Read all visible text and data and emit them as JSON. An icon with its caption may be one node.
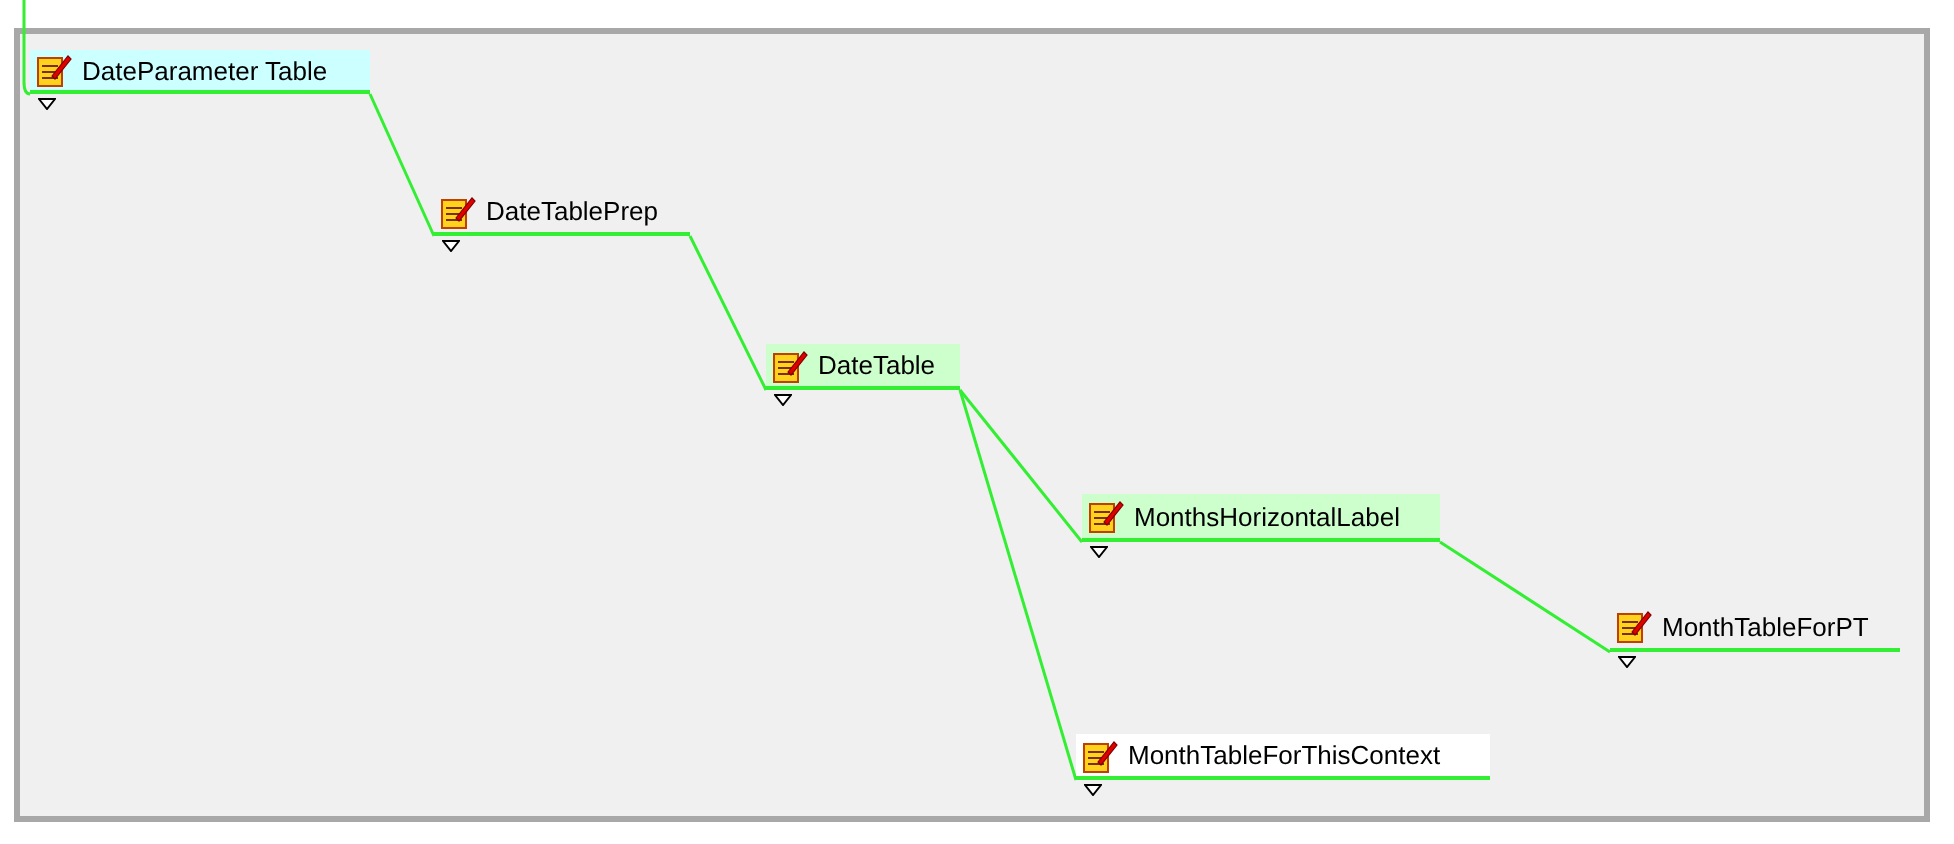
{
  "diagram": {
    "nodes": [
      {
        "text": [
          "DateParameter Table"
        ]
      },
      {
        "text": [
          "DateTablePrep"
        ]
      },
      {
        "text": [
          "DateTable"
        ]
      },
      {
        "text": [
          "MonthsHorizontalLabel"
        ]
      },
      {
        "text": [
          "MonthTableForThisContext"
        ]
      },
      {
        "text": [
          "MonthTableForPT"
        ]
      }
    ],
    "edges": [
      {
        "from": null,
        "to": 0,
        "arrow": "none"
      },
      {
        "from": 0,
        "to": 1,
        "arrow": "none"
      },
      {
        "from": 1,
        "to": 2,
        "arrow": "none"
      },
      {
        "from": 2,
        "to": 3,
        "arrow": "none"
      },
      {
        "from": 2,
        "to": 4,
        "arrow": "none"
      },
      {
        "from": 3,
        "to": 5,
        "arrow": "none"
      }
    ]
  }
}
